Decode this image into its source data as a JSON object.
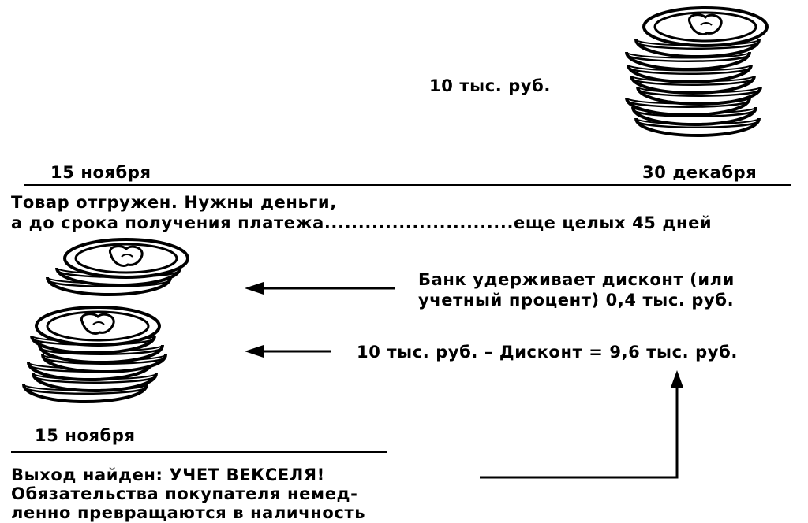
{
  "top": {
    "amount": "10 тыс. руб.",
    "date_left": "15 ноября",
    "date_right": "30 декабря",
    "line1": "Товар отгружен. Нужны деньги,",
    "line2": "а до срока получения платежа............................еще целых 45 дней"
  },
  "middle": {
    "bank_line1": "Банк удерживает дисконт (или",
    "bank_line2": "учетный процент) 0,4 тыс. руб.",
    "formula": "10 тыс. руб. – Дисконт = 9,6 тыс. руб."
  },
  "bottom": {
    "date": "15 ноября",
    "line1": "Выход найден: УЧЕТ ВЕКСЕЛЯ!",
    "line2": "Обязательства покупателя немед-",
    "line3": "ленно превращаются в наличность"
  }
}
